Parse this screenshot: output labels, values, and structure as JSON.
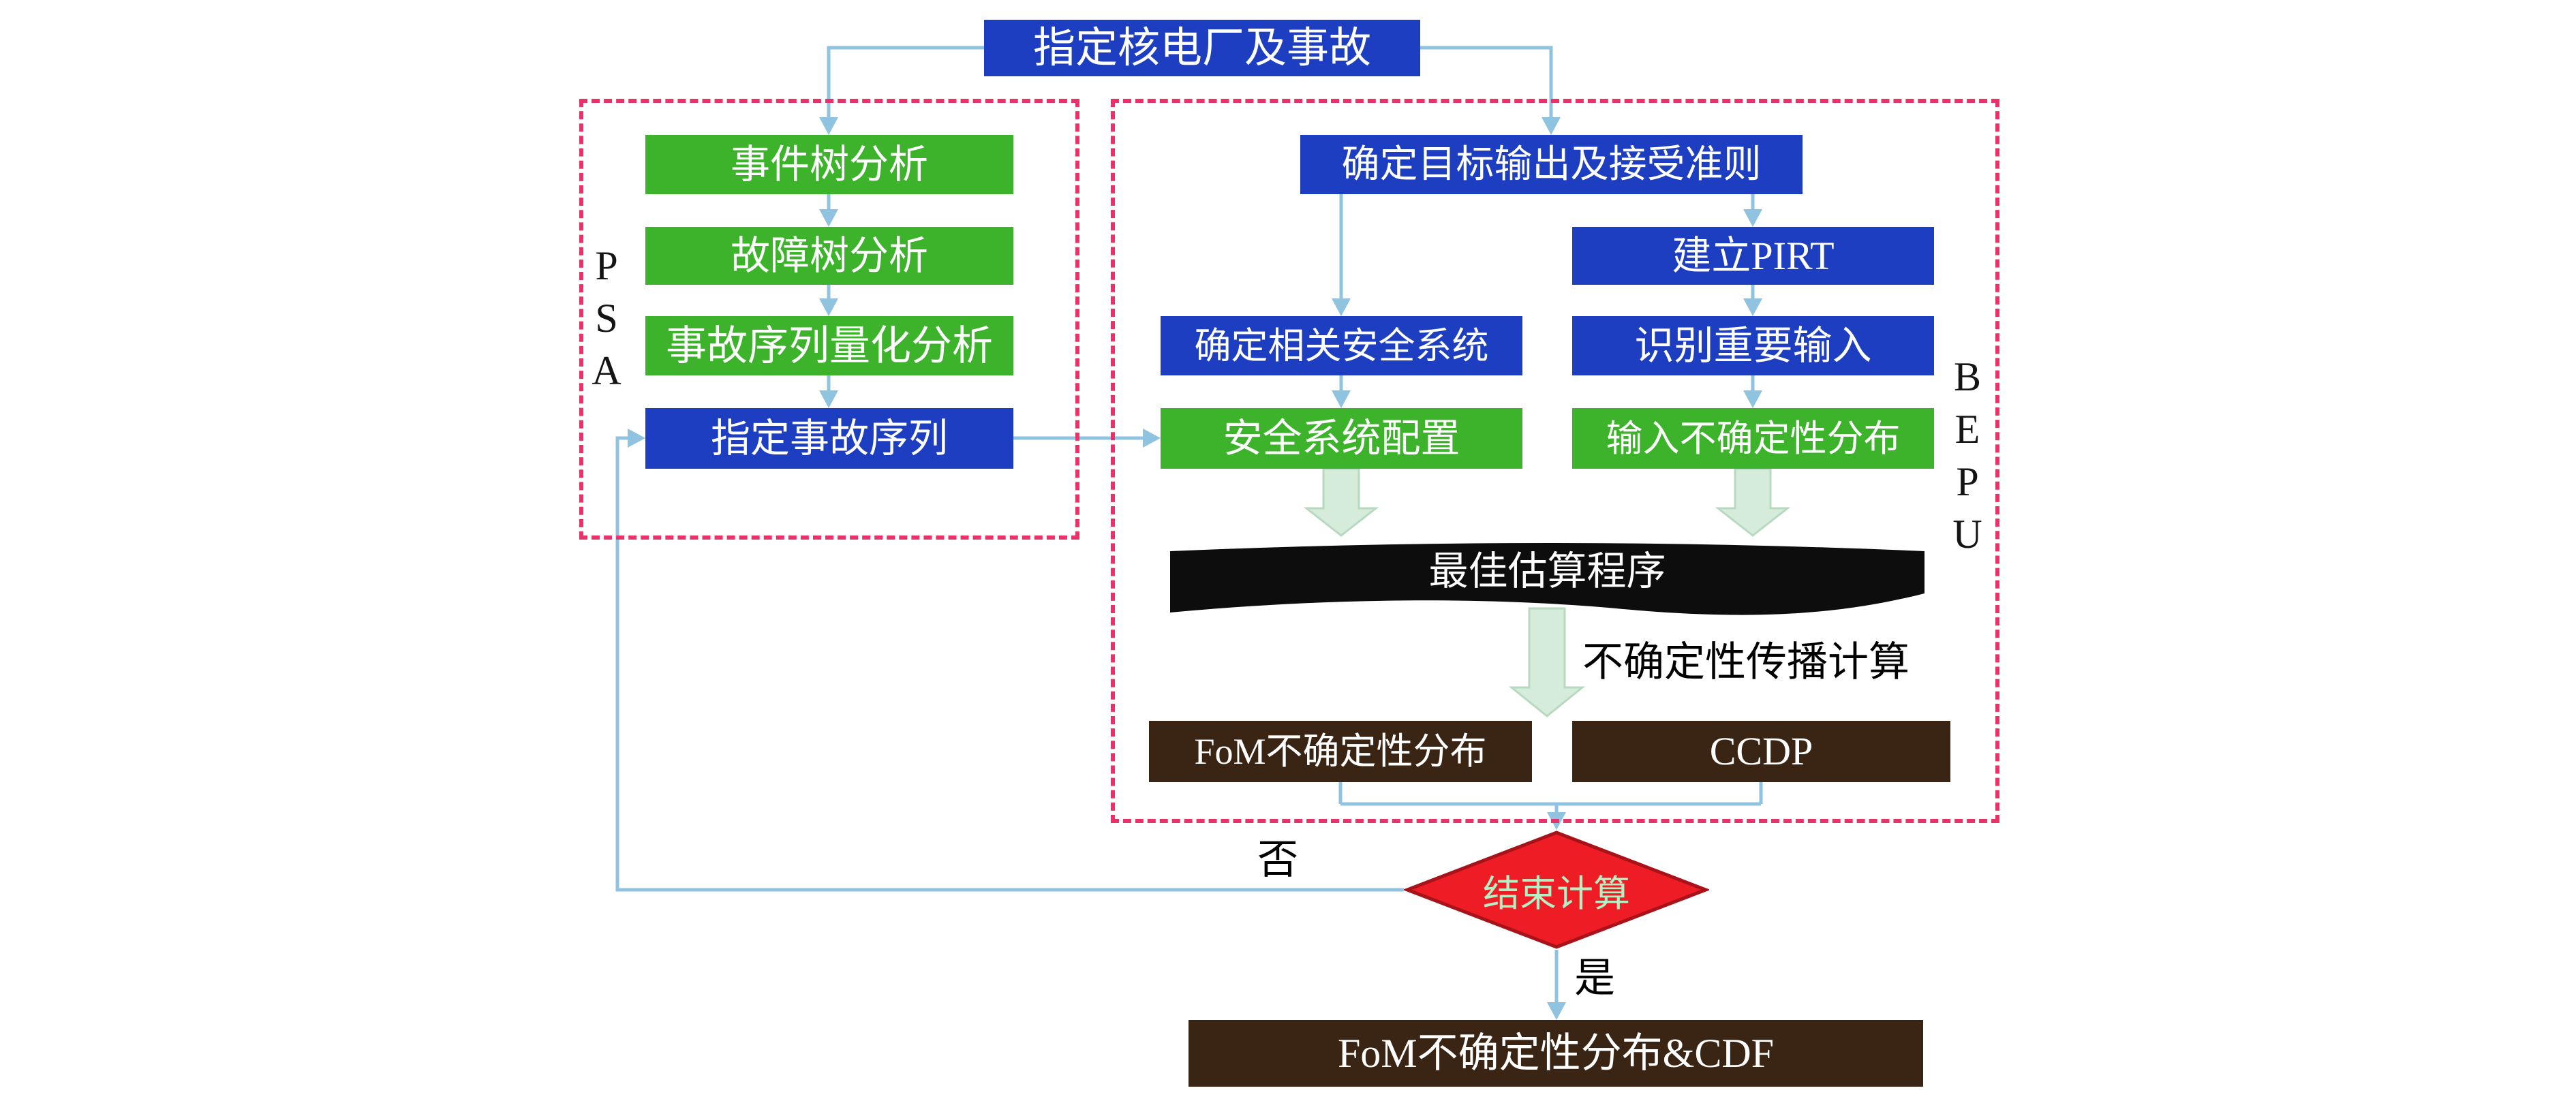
{
  "colors": {
    "blue": "#1d3ec0",
    "green": "#3cb32a",
    "brown": "#3a2413",
    "black-box": "#0d0d0d",
    "red": "#ee1c25",
    "red-dark": "#a8131a",
    "dash": "#e8336a",
    "arrow-thin": "#8fc3e0",
    "arrow-thick": "#d6ecdb",
    "arrow-thick-edge": "#b7d9bf",
    "diamond-text": "#b5efc3"
  },
  "nodes": {
    "start": "指定核电厂及事故",
    "event_tree": "事件树分析",
    "fault_tree": "故障树分析",
    "seq_quant": "事故序列量化分析",
    "specify_seq": "指定事故序列",
    "target_output": "确定目标输出及接受准则",
    "build_pirt": "建立PIRT",
    "safety_sys": "确定相关安全系统",
    "identify_input": "识别重要输入",
    "sys_config": "安全系统配置",
    "input_uncert": "输入不确定性分布",
    "best_estimate": "最佳估算程序",
    "propagation": "不确定性传播计算",
    "fom_dist": "FoM不确定性分布",
    "ccdp": "CCDP",
    "end_check": "结束计算",
    "no": "否",
    "yes": "是",
    "final_output": "FoM不确定性分布&CDF"
  },
  "groups": {
    "psa_letters": [
      "P",
      "S",
      "A"
    ],
    "bepu_letters": [
      "B",
      "E",
      "P",
      "U"
    ]
  }
}
